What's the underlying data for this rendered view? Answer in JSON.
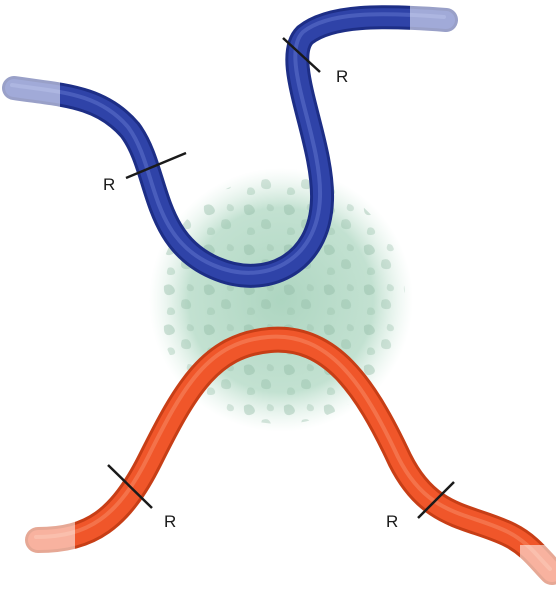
{
  "diagram": {
    "colors": {
      "blue_strand": "#2f43a8",
      "blue_strand_dark": "#1d2e86",
      "orange_strand": "#f0562a",
      "orange_strand_dark": "#c73e16",
      "blob": "#b9dccb",
      "marker": "#1a1a1a"
    },
    "labels": {
      "blue_top_right": "R",
      "blue_left": "R",
      "orange_left": "R",
      "orange_right": "R"
    }
  }
}
